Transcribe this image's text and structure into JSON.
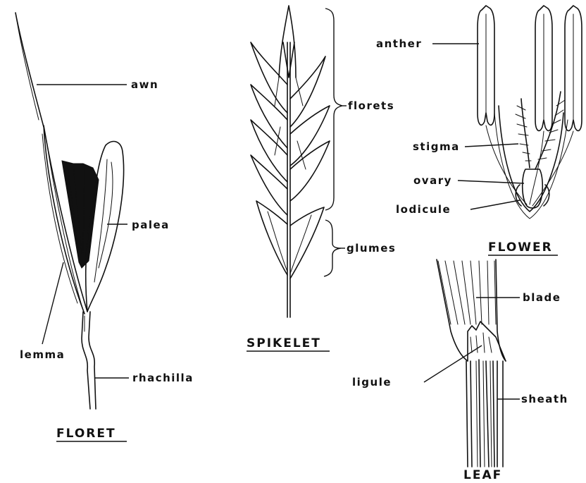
{
  "floret": {
    "title": "FLORET",
    "labels": {
      "awn": "awn",
      "palea": "palea",
      "lemma": "lemma",
      "rhachilla": "rhachilla"
    }
  },
  "spikelet": {
    "title": "SPIKELET",
    "labels": {
      "florets": "florets",
      "glumes": "glumes"
    }
  },
  "flower": {
    "title": "FLOWER",
    "labels": {
      "anther": "anther",
      "stigma": "stigma",
      "ovary": "ovary",
      "lodicule": "lodicule"
    }
  },
  "leaf": {
    "title": "LEAF",
    "labels": {
      "blade": "blade",
      "ligule": "ligule",
      "sheath": "sheath"
    }
  }
}
